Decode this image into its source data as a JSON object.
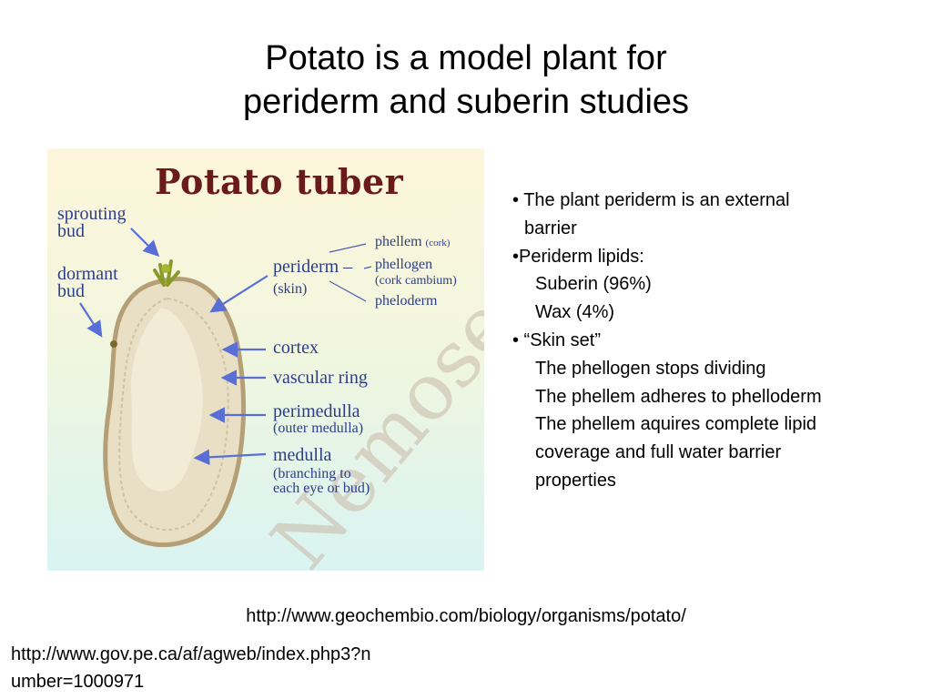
{
  "title": {
    "line1": "Potato is a model plant for",
    "line2": "periderm and suberin studies"
  },
  "figure": {
    "heading": "Potato tuber",
    "labels": {
      "sprouting_1": "sprouting",
      "sprouting_2": "bud",
      "dormant_1": "dormant",
      "dormant_2": "bud",
      "periderm": "periderm –",
      "skin": "(skin)",
      "phellem": "phellem",
      "cork": "(cork)",
      "phellogen": "phellogen",
      "cork_cambium": "(cork cambium)",
      "pheloderm": "pheloderm",
      "cortex": "cortex",
      "vascular_ring": "vascular ring",
      "perimedulla": "perimedulla",
      "outer_medulla": "(outer medulla)",
      "medulla": "medulla",
      "branching_1": "(branching to",
      "branching_2": "each eye or bud)"
    },
    "watermark": "Nemose"
  },
  "bullets": {
    "b1_line1": "• The plant periderm is an  external",
    "b1_line2": "barrier",
    "b2": "•Periderm lipids:",
    "b2_sub1": "Suberin (96%)",
    "b2_sub2": "Wax (4%)",
    "b3": "• “Skin set”",
    "b3_sub1": "The phellogen stops dividing",
    "b3_sub2": "The phellem adheres to phelloderm",
    "b3_sub3": "The phellem aquires complete lipid",
    "b3_sub4": "coverage and full water barrier",
    "b3_sub5": "properties"
  },
  "sources": {
    "url1": "http://www.geochembio.com/biology/organisms/potato/",
    "url2_line1": "http://www.gov.pe.ca/af/agweb/index.php3?n",
    "url2_line2": "umber=1000971"
  },
  "colors": {
    "label_blue": "#2c3e8a",
    "arrow_blue": "#5a6fd6",
    "heading_red": "#6a1a1a",
    "tuber_skin": "#b9a57e",
    "tuber_flesh": "#e6dcc0"
  }
}
